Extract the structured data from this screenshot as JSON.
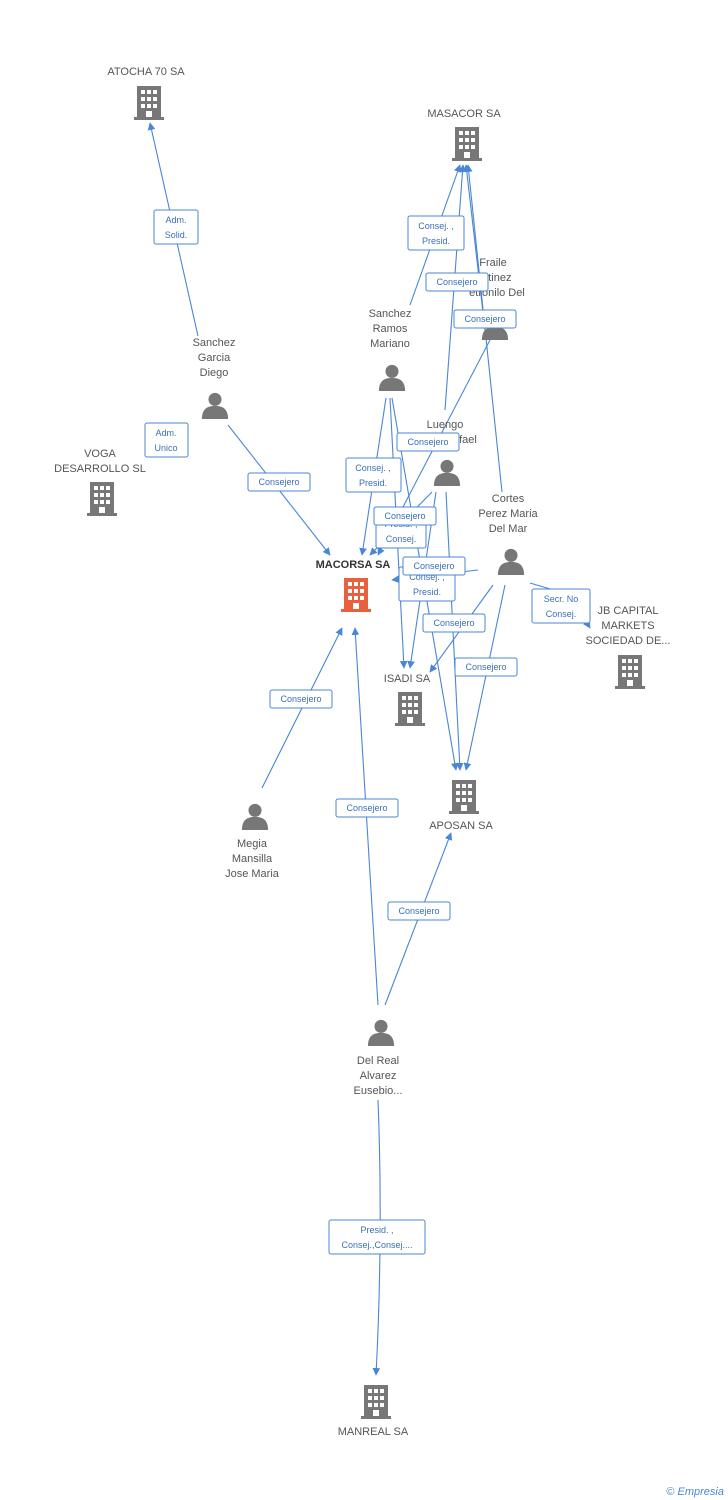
{
  "colors": {
    "edge": "#4a86d6",
    "company": "#777777",
    "focus": "#e8603c",
    "person": "#777777"
  },
  "nodes": {
    "atocha": {
      "label": [
        "ATOCHA 70 SA"
      ],
      "type": "company"
    },
    "masacor": {
      "label": [
        "MASACOR SA"
      ],
      "type": "company"
    },
    "fraile": {
      "label": [
        "Fraile",
        "rtinez",
        "etronilo Del"
      ],
      "type": "person"
    },
    "sanchez_garcia": {
      "label": [
        "Sanchez",
        "Garcia",
        "Diego"
      ],
      "type": "person"
    },
    "sanchez_ramos": {
      "label": [
        "Sanchez",
        "Ramos",
        "Mariano"
      ],
      "type": "person"
    },
    "voga": {
      "label": [
        "VOGA",
        "DESARROLLO SL"
      ],
      "type": "company"
    },
    "luengo": {
      "label": [
        "Luengo",
        "fael"
      ],
      "type": "person"
    },
    "cortes": {
      "label": [
        "Cortes",
        "Perez Maria",
        "Del Mar"
      ],
      "type": "person"
    },
    "macorsa": {
      "label": [
        "MACORSA SA"
      ],
      "type": "focus"
    },
    "jb": {
      "label": [
        "JB CAPITAL",
        "MARKETS",
        "SOCIEDAD DE..."
      ],
      "type": "company"
    },
    "isadi": {
      "label": [
        "ISADI SA"
      ],
      "type": "company"
    },
    "megia": {
      "label": [
        "Megia",
        "Mansilla",
        "Jose Maria"
      ],
      "type": "person"
    },
    "aposan": {
      "label": [
        "APOSAN SA"
      ],
      "type": "company"
    },
    "delreal": {
      "label": [
        "Del Real",
        "Alvarez",
        "Eusebio..."
      ],
      "type": "person"
    },
    "manreal": {
      "label": [
        "MANREAL SA"
      ],
      "type": "company"
    }
  },
  "relations": {
    "adm_solid": [
      "Adm.",
      "Solid."
    ],
    "adm_unico": [
      "Adm.",
      "Unico"
    ],
    "consej_presid": [
      "Consej. ,",
      "Presid."
    ],
    "consejero": [
      "Consejero"
    ],
    "presid_consej": [
      "Presid. ,",
      "Consej."
    ],
    "secr_no_consej": [
      "Secr.  No",
      "Consej."
    ],
    "presid_consej_consej": [
      "Presid. ,",
      "Consej.,Consej...."
    ]
  },
  "footer": {
    "copyright": "©",
    "brand": "Empresia"
  }
}
